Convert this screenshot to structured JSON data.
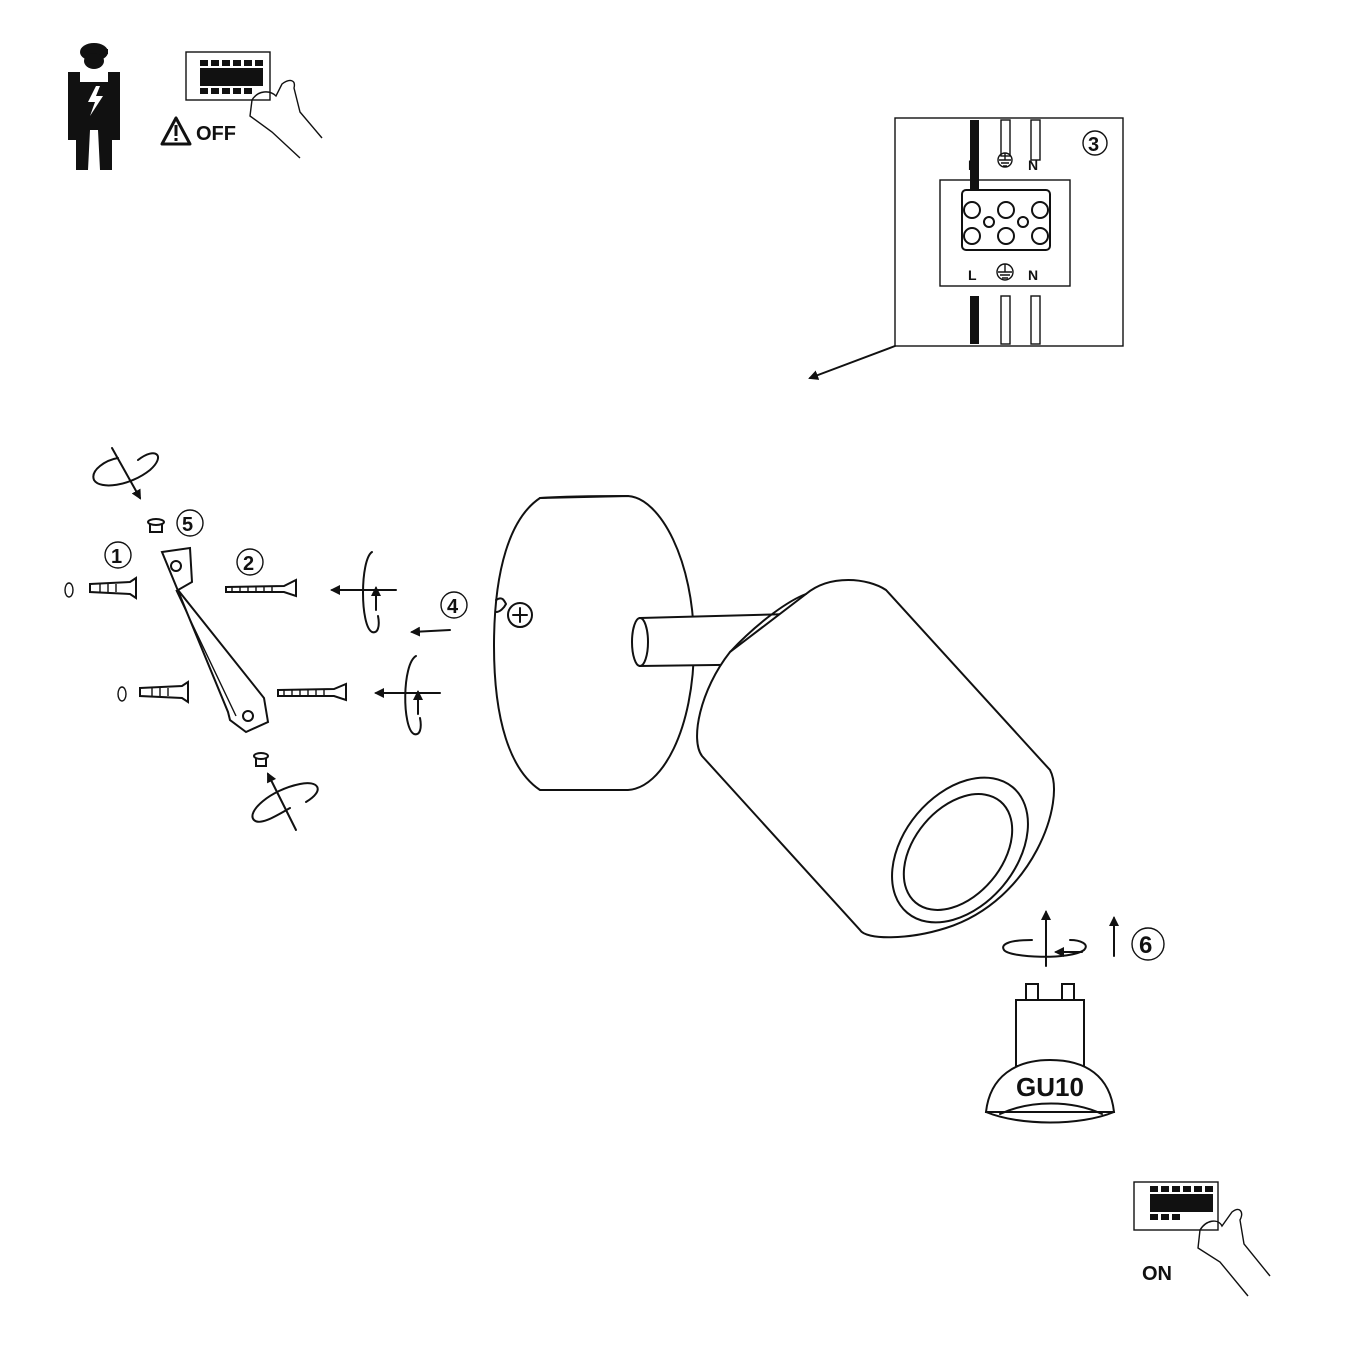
{
  "labels": {
    "off": "OFF",
    "on": "ON",
    "bulb": "GU10",
    "terminal_left": "L",
    "terminal_right": "N"
  },
  "steps": {
    "s1": "1",
    "s2": "2",
    "s3": "3",
    "s4": "4",
    "s5": "5",
    "s6": "6"
  },
  "icons": [
    "electrician-icon",
    "breaker-panel-icon",
    "warning-icon",
    "hand-icon",
    "ground-symbol-icon",
    "screw-icon",
    "wall-plug-icon",
    "rotate-arrow-icon",
    "arrow-icon"
  ]
}
